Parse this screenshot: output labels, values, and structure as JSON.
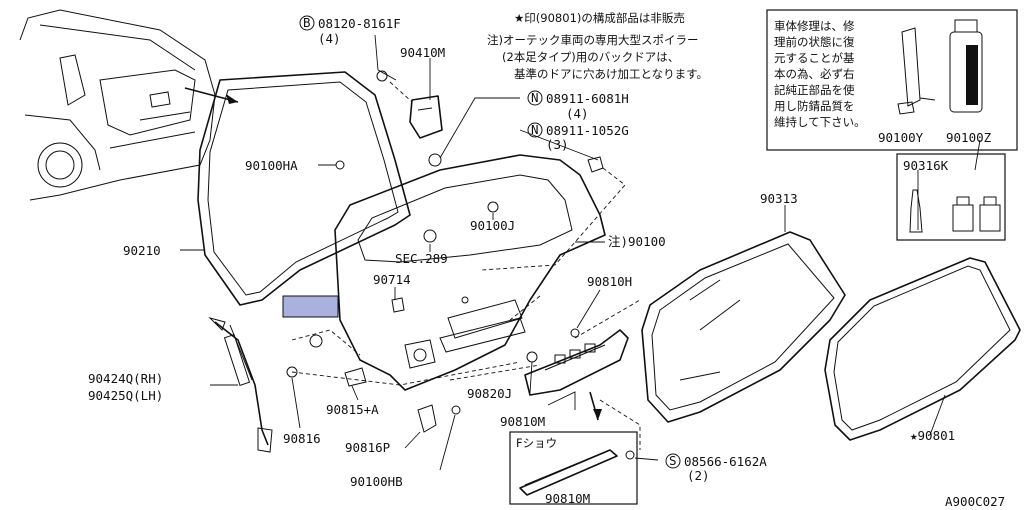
{
  "diagram_id": "A900C027",
  "note": {
    "line1": "★印(90801)の構成部品は非販売",
    "line2": "注)オーテック車両の専用大型スポイラー",
    "line3": "(2本足タイプ)用のバックドアは、",
    "line4": "基準のドアに穴あけ加工となります。"
  },
  "repair_box": {
    "lines": [
      "車体修理は、修",
      "理前の状態に復",
      "元することが基",
      "本の為、必ず右",
      "記純正部品を使",
      "用し防錆品質を",
      "維持して下さい。"
    ],
    "part_left": "90100Y",
    "part_right": "90100Z"
  },
  "kit_box": {
    "part": "90316K"
  },
  "fsyou_box": {
    "title": "Fショウ",
    "part": "90810M"
  },
  "labels": {
    "p08120_bolt": "08120-8161F",
    "p08120_qty": "(4)",
    "p90410M": "90410M",
    "p08911_6081H": "08911-6081H",
    "p08911_6081H_qty": "(4)",
    "p08911_1052G": "08911-1052G",
    "p08911_1052G_qty": "(3)",
    "p90100HA": "90100HA",
    "p90210": "90210",
    "p90100J": "90100J",
    "sec289": "SEC.289",
    "p90100": "注)90100",
    "p90714": "90714",
    "p90810H": "90810H",
    "p90313": "90313",
    "p90424Q": "90424Q(RH)",
    "p90425Q": "90425Q(LH)",
    "p90815A": "90815+A",
    "p90816": "90816",
    "p90816P": "90816P",
    "p90820J": "90820J",
    "p90810M": "90810M",
    "p90100HB": "90100HB",
    "p08566": "08566-6162A",
    "p08566_qty": "(2)",
    "p90801": "★90801"
  },
  "markers": {
    "B": "B",
    "N": "N",
    "S": "S"
  },
  "highlight_color": "#a9b1de"
}
